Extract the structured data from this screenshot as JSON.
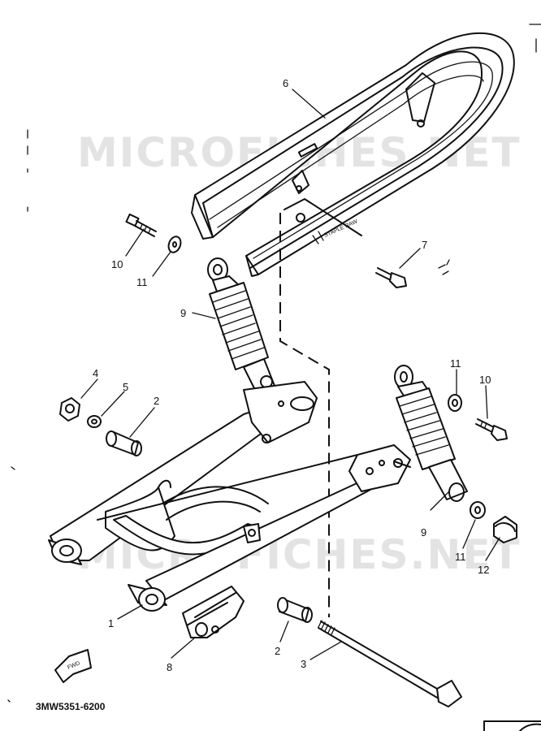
{
  "watermark": "MICROFICHES.NET",
  "diagram_code": "3MW5351-6200",
  "arm_text": "STAPLE RAW",
  "fwd_label": "FWD",
  "callouts": [
    {
      "id": "6",
      "label": "6"
    },
    {
      "id": "10a",
      "label": "10"
    },
    {
      "id": "11a",
      "label": "11"
    },
    {
      "id": "7",
      "label": "7"
    },
    {
      "id": "9a",
      "label": "9"
    },
    {
      "id": "4",
      "label": "4"
    },
    {
      "id": "5",
      "label": "5"
    },
    {
      "id": "2a",
      "label": "2"
    },
    {
      "id": "11b",
      "label": "11"
    },
    {
      "id": "10b",
      "label": "10"
    },
    {
      "id": "9b",
      "label": "9"
    },
    {
      "id": "11c",
      "label": "11"
    },
    {
      "id": "12",
      "label": "12"
    },
    {
      "id": "1",
      "label": "1"
    },
    {
      "id": "8",
      "label": "8"
    },
    {
      "id": "2b",
      "label": "2"
    },
    {
      "id": "3",
      "label": "3"
    }
  ]
}
